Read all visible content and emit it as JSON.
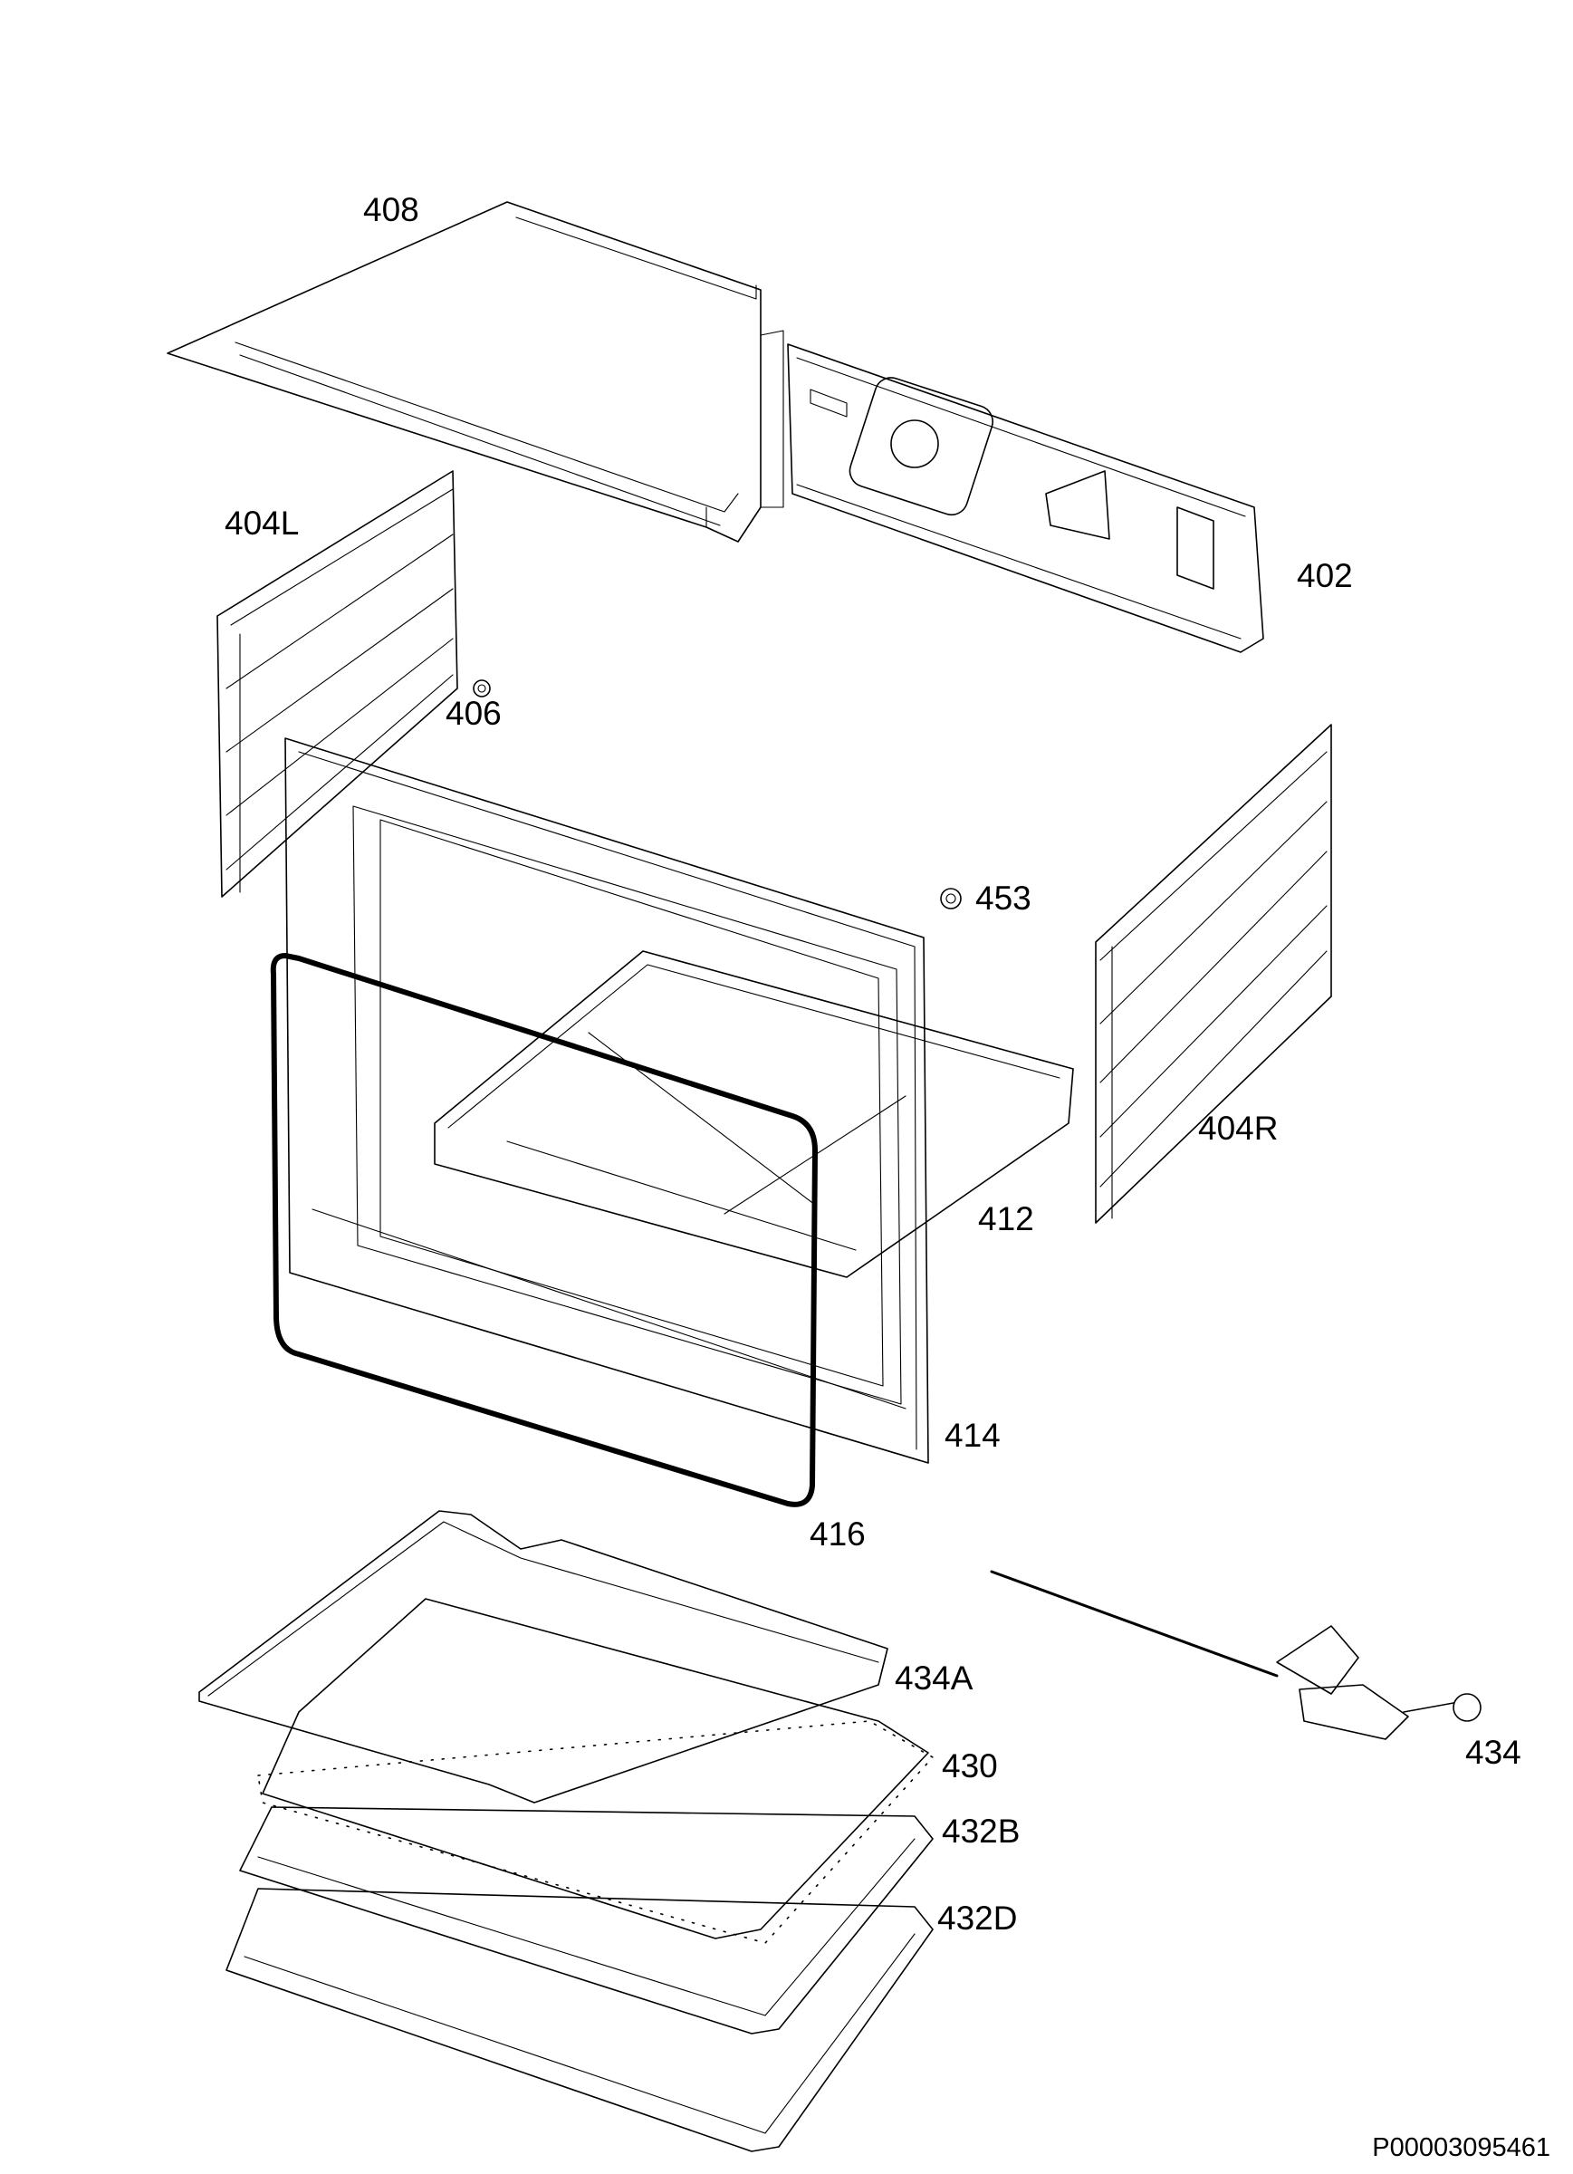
{
  "labels": {
    "p408": "408",
    "p402": "402",
    "p404L": "404L",
    "p406": "406",
    "p453": "453",
    "p404R": "404R",
    "p412": "412",
    "p414": "414",
    "p416": "416",
    "p434A": "434A",
    "p430": "430",
    "p432B": "432B",
    "p432D": "432D",
    "p434": "434"
  },
  "reference_code": "P00003095461"
}
